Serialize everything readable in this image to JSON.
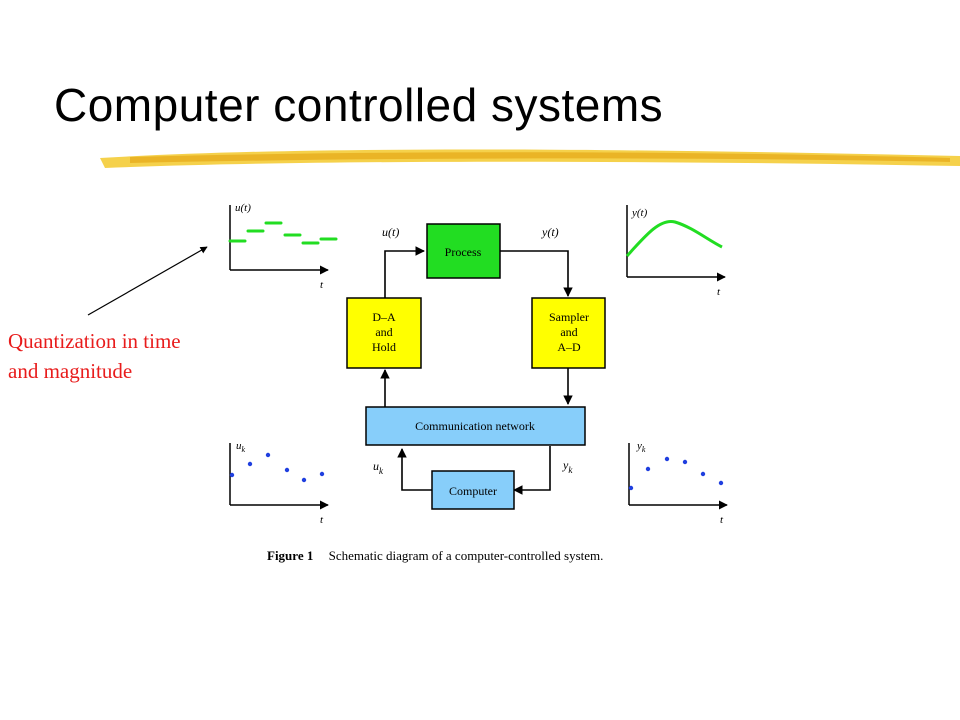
{
  "slide": {
    "title": "Computer controlled systems",
    "annotation": [
      "Quantization in time",
      "and magnitude"
    ]
  },
  "diagram": {
    "blocks": {
      "process": "Process",
      "da_hold": [
        "D–A",
        "and",
        "Hold"
      ],
      "sampler": [
        "Sampler",
        "and",
        "A–D"
      ],
      "network": "Communication network",
      "computer": "Computer"
    },
    "signals": {
      "u_t": "u(t)",
      "y_t": "y(t)",
      "u_k": "u",
      "y_k": "y",
      "sub_k": "k"
    },
    "axis_label": "t",
    "caption_bold": "Figure 1",
    "caption_text": "Schematic diagram of a computer-controlled system.",
    "colors": {
      "process": "#22dd22",
      "yellow_block": "#ffff00",
      "blue_block": "#87cefa",
      "green_signal": "#22dd22",
      "blue_samples": "#1f3fdf",
      "annotation": "#e81c1c",
      "title_stroke": "#e8c020"
    }
  }
}
